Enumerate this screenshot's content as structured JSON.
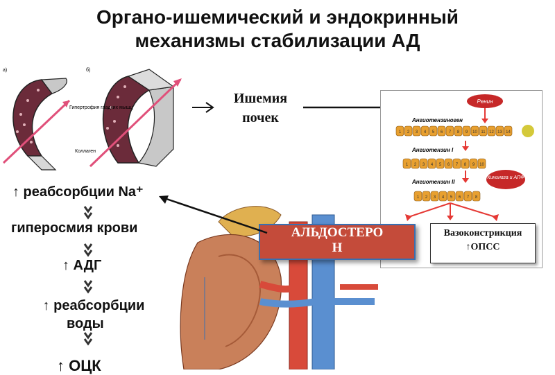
{
  "title": {
    "line1": "Органо-ишемический и эндокринный",
    "line2": "механизмы стабилизации АД"
  },
  "vessels": {
    "a_label": "а)",
    "b_label": "б)",
    "hypertrophy": "Гипертрофия гладких мышц",
    "collagen": "Коллаген"
  },
  "ischemia": {
    "line1": "Ишемия",
    "line2": "почек"
  },
  "chain": {
    "step1": "↑ реабсорбции Na⁺",
    "step2": "гиперосмия крови",
    "step3": "↑ АДГ",
    "step4a": "↑ реабсорбции",
    "step4b": "воды",
    "step5": "↑ ОЦК"
  },
  "aldosterone": {
    "line1": "АЛЬДОСТЕРО",
    "line2": "Н"
  },
  "vasoconstriction": {
    "line1": "Вазоконстрикция",
    "line2": "↑ОПСС"
  },
  "raas": {
    "renin": "Ренин",
    "angiotensinogen": "Ангиотензиноген",
    "angiotensin1": "Ангиотензин I",
    "angiotensin2": "Ангиотензин II",
    "kininase": "Кининаза и АПФ",
    "chain_digits_1": [
      "1",
      "2",
      "3",
      "4",
      "5",
      "6",
      "7",
      "8",
      "9",
      "10",
      "11",
      "12",
      "13",
      "14"
    ],
    "chain_digits_2": [
      "1",
      "2",
      "3",
      "4",
      "5",
      "6",
      "7",
      "8",
      "9",
      "10"
    ],
    "chain_digits_3": [
      "1",
      "2",
      "3",
      "4",
      "5",
      "6",
      "7",
      "8"
    ]
  },
  "colors": {
    "arrow_red": "#e53935",
    "renin_red": "#c62828",
    "bead_orange": "#e8a030",
    "aldo_box": "#c44b3a",
    "aldo_border": "#3a6fb0",
    "kidney": "#c9805a"
  }
}
